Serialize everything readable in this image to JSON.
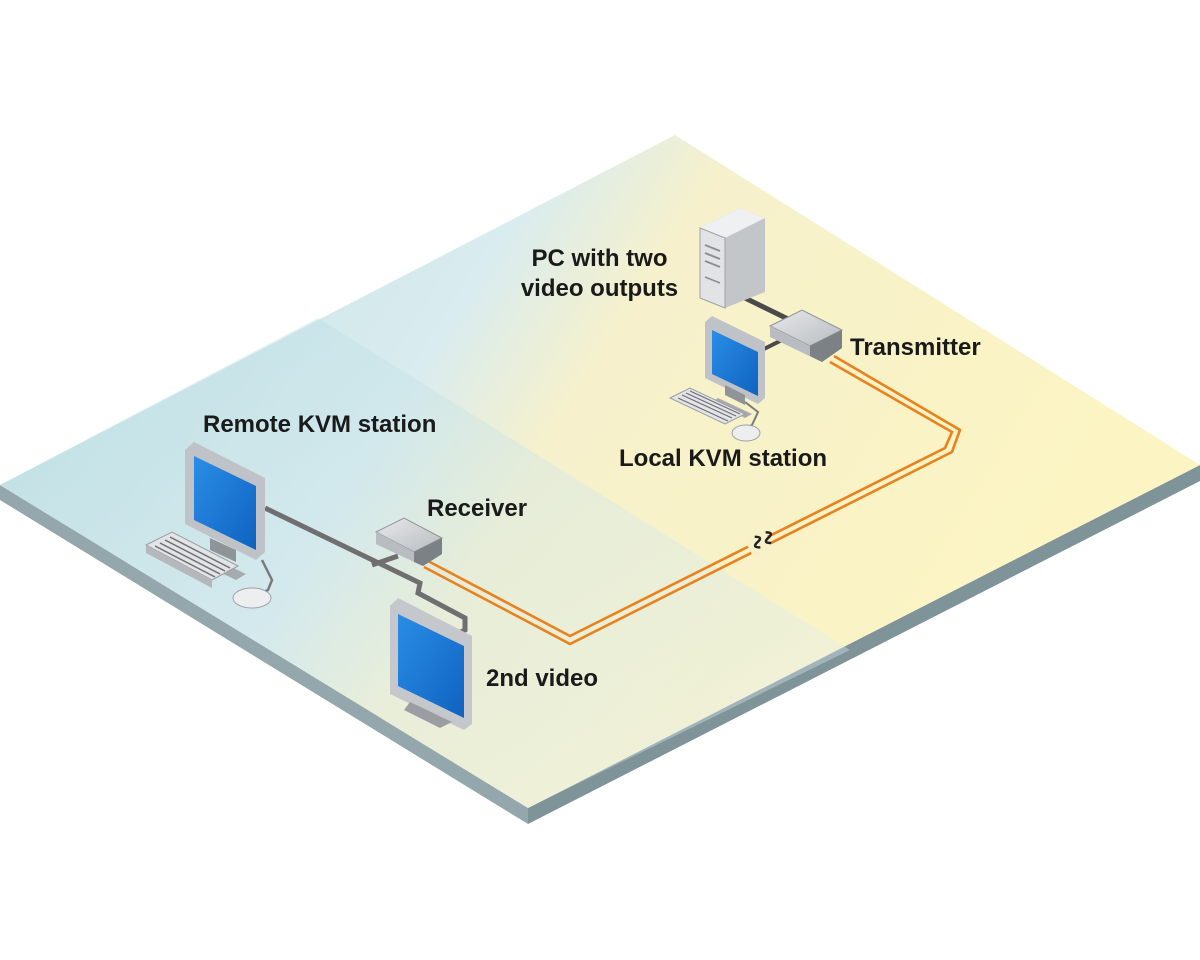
{
  "labels": {
    "pc_line1": "PC with two",
    "pc_line2": "video outputs",
    "transmitter": "Transmitter",
    "local_station": "Local KVM station",
    "remote_station": "Remote KVM station",
    "receiver": "Receiver",
    "second_video": "2nd video"
  },
  "colors": {
    "floor_right": "#fbf3c4",
    "floor_left": "#cfe6ea",
    "floor_edge": "#8fa3a8",
    "cable_orange": "#e8821e",
    "cable_gray": "#6f6f6f",
    "screen_blue": "#1e7fd8",
    "device_gray": "#c9cccf"
  },
  "icons": [
    "pc-tower-icon",
    "transmitter-box-icon",
    "receiver-box-icon",
    "monitor-icon",
    "keyboard-icon",
    "mouse-icon",
    "cable-break-icon"
  ]
}
